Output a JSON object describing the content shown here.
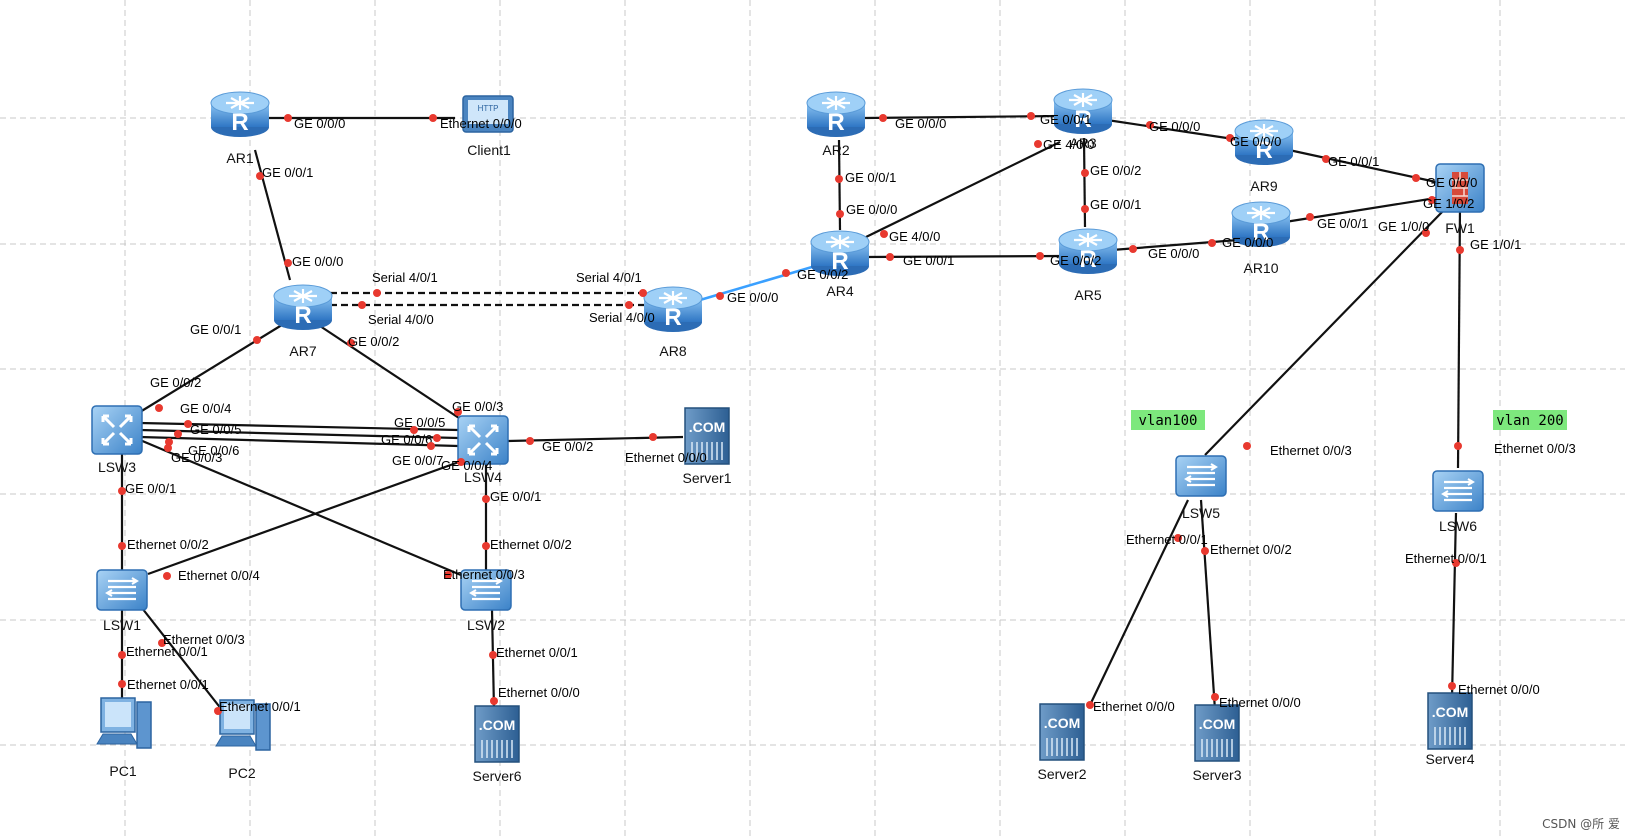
{
  "devices": [
    {
      "id": "AR1",
      "label": "AR1",
      "kind": "router"
    },
    {
      "id": "Client1",
      "label": "Client1",
      "kind": "client"
    },
    {
      "id": "AR7",
      "label": "AR7",
      "kind": "router"
    },
    {
      "id": "AR8",
      "label": "AR8",
      "kind": "router"
    },
    {
      "id": "AR2",
      "label": "AR2",
      "kind": "router"
    },
    {
      "id": "AR4",
      "label": "AR4",
      "kind": "router"
    },
    {
      "id": "AR3",
      "label": "AR3",
      "kind": "router"
    },
    {
      "id": "AR5",
      "label": "AR5",
      "kind": "router"
    },
    {
      "id": "AR9",
      "label": "AR9",
      "kind": "router"
    },
    {
      "id": "AR10",
      "label": "AR10",
      "kind": "router"
    },
    {
      "id": "FW1",
      "label": "FW1",
      "kind": "firewall"
    },
    {
      "id": "LSW3",
      "label": "LSW3",
      "kind": "l3switch"
    },
    {
      "id": "LSW4",
      "label": "LSW4",
      "kind": "l3switch"
    },
    {
      "id": "LSW1",
      "label": "LSW1",
      "kind": "switch"
    },
    {
      "id": "LSW2",
      "label": "LSW2",
      "kind": "switch"
    },
    {
      "id": "LSW5",
      "label": "LSW5",
      "kind": "switch"
    },
    {
      "id": "LSW6",
      "label": "LSW6",
      "kind": "switch"
    },
    {
      "id": "Server1",
      "label": "Server1",
      "kind": "server"
    },
    {
      "id": "Server6",
      "label": "Server6",
      "kind": "server"
    },
    {
      "id": "Server2",
      "label": "Server2",
      "kind": "server"
    },
    {
      "id": "Server3",
      "label": "Server3",
      "kind": "server"
    },
    {
      "id": "Server4",
      "label": "Server4",
      "kind": "server"
    },
    {
      "id": "PC1",
      "label": "PC1",
      "kind": "pc"
    },
    {
      "id": "PC2",
      "label": "PC2",
      "kind": "pc"
    }
  ],
  "links": [
    {
      "a": "AR1",
      "pa": "GE 0/0/0",
      "b": "Client1",
      "pb": "Ethernet 0/0/0"
    },
    {
      "a": "AR1",
      "pa": "GE 0/0/1",
      "b": "AR7",
      "pb": "GE 0/0/0"
    },
    {
      "a": "AR7",
      "pa": "Serial 4/0/1",
      "b": "AR8",
      "pb": "Serial 4/0/1",
      "style": "serial"
    },
    {
      "a": "AR7",
      "pa": "Serial 4/0/0",
      "b": "AR8",
      "pb": "Serial 4/0/0",
      "style": "serial"
    },
    {
      "a": "AR8",
      "pa": "GE 0/0/0",
      "b": "AR4",
      "pb": "GE 0/0/2",
      "style": "blue"
    },
    {
      "a": "AR7",
      "pa": "GE 0/0/1",
      "b": "LSW3",
      "pb": "GE 0/0/2"
    },
    {
      "a": "AR7",
      "pa": "GE 0/0/2",
      "b": "LSW4",
      "pb": "GE 0/0/3"
    },
    {
      "a": "LSW3",
      "pa": "GE 0/0/4",
      "b": "LSW4",
      "pb": "GE 0/0/5"
    },
    {
      "a": "LSW3",
      "pa": "GE 0/0/5",
      "b": "LSW4",
      "pb": "GE 0/0/6"
    },
    {
      "a": "LSW3",
      "pa": "GE 0/0/6",
      "b": "LSW4",
      "pb": "GE 0/0/7"
    },
    {
      "a": "LSW3",
      "pa": "GE 0/0/3",
      "b": "LSW2",
      "pb": "Ethernet 0/0/3"
    },
    {
      "a": "LSW4",
      "pa": "GE 0/0/4",
      "b": "LSW1",
      "pb": "Ethernet 0/0/4"
    },
    {
      "a": "LSW4",
      "pa": "GE 0/0/2",
      "b": "Server1",
      "pb": "Ethernet 0/0/0"
    },
    {
      "a": "LSW3",
      "pa": "GE 0/0/1",
      "b": "LSW1",
      "pb": "Ethernet 0/0/2"
    },
    {
      "a": "LSW4",
      "pa": "GE 0/0/1",
      "b": "LSW2",
      "pb": "Ethernet 0/0/2"
    },
    {
      "a": "LSW1",
      "pa": "Ethernet 0/0/1",
      "b": "PC1",
      "pb": "Ethernet 0/0/1"
    },
    {
      "a": "LSW1",
      "pa": "Ethernet 0/0/3",
      "b": "PC2",
      "pb": "Ethernet 0/0/1"
    },
    {
      "a": "LSW2",
      "pa": "Ethernet 0/0/1",
      "b": "Server6",
      "pb": "Ethernet 0/0/0"
    },
    {
      "a": "AR2",
      "pa": "GE 0/0/0",
      "b": "AR3",
      "pb": "GE 0/0/1"
    },
    {
      "a": "AR2",
      "pa": "GE 0/0/1",
      "b": "AR4",
      "pb": "GE 0/0/0"
    },
    {
      "a": "AR4",
      "pa": "GE 4/0/0",
      "b": "AR3",
      "pb": "GE 4/0/0"
    },
    {
      "a": "AR4",
      "pa": "GE 0/0/1",
      "b": "AR5",
      "pb": "GE 0/0/2"
    },
    {
      "a": "AR3",
      "pa": "GE 0/0/2",
      "b": "AR5",
      "pb": "GE 0/0/1"
    },
    {
      "a": "AR3",
      "pa": "GE 0/0/0",
      "b": "AR9",
      "pb": "GE 0/0/0"
    },
    {
      "a": "AR5",
      "pa": "GE 0/0/0",
      "b": "AR10",
      "pb": "GE 0/0/0"
    },
    {
      "a": "AR9",
      "pa": "GE 0/0/1",
      "b": "FW1",
      "pb": "GE 0/0/0"
    },
    {
      "a": "AR10",
      "pa": "GE 0/0/1",
      "b": "FW1",
      "pb": "GE 1/0/2"
    },
    {
      "a": "FW1",
      "pa": "GE 1/0/0",
      "b": "LSW5",
      "pb": "Ethernet 0/0/3"
    },
    {
      "a": "FW1",
      "pa": "GE 1/0/1",
      "b": "LSW6",
      "pb": "Ethernet 0/0/3"
    },
    {
      "a": "LSW5",
      "pa": "Ethernet 0/0/1",
      "b": "Server2",
      "pb": "Ethernet 0/0/0"
    },
    {
      "a": "LSW5",
      "pa": "Ethernet 0/0/2",
      "b": "Server3",
      "pb": "Ethernet 0/0/0"
    },
    {
      "a": "LSW6",
      "pa": "Ethernet 0/0/1",
      "b": "Server4",
      "pb": "Ethernet 0/0/0"
    }
  ],
  "vlans": [
    {
      "id": "vlan100",
      "text": "vlan100"
    },
    {
      "id": "vlan200",
      "text": "vlan 200"
    }
  ],
  "footer": "CSDN @所 爱",
  "colors": {
    "port": "#e8392f",
    "device": "#4a8fd4",
    "vlan": "#7de87d",
    "link": "#111111",
    "blue_link": "#3aa0ff"
  }
}
